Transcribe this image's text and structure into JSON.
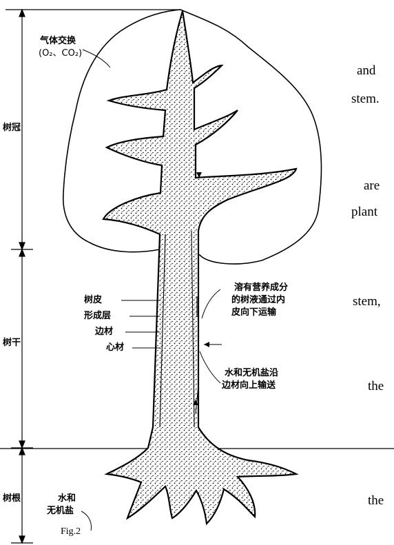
{
  "figure": {
    "caption": "Fig.2",
    "labels": {
      "gas_exchange": "气体交换",
      "gas_formula": "(O₂、CO₂)",
      "crown": "树冠",
      "trunk": "树干",
      "root": "树根",
      "bark": "树皮",
      "cambium": "形成层",
      "sapwood": "边材",
      "heartwood": "心材",
      "phloem_note_1": "溶有营养成分",
      "phloem_note_2": "的树液通过内",
      "phloem_note_3": "皮向下运输",
      "xylem_note_1": "水和无机盐沿",
      "xylem_note_2": "边材向上输送",
      "root_input_1": "水和",
      "root_input_2": "无机盐"
    }
  },
  "side_text": [
    "and",
    "stem.",
    "are",
    "plant",
    "stem,",
    "the",
    "the"
  ]
}
